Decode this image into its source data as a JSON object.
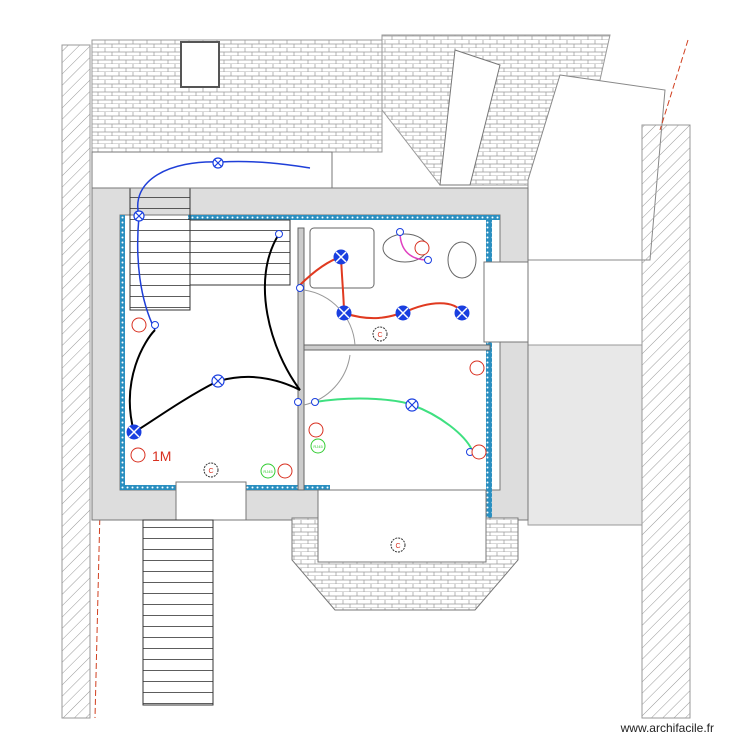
{
  "plan": {
    "room_label": "1M",
    "socket_label": "C",
    "network_label": "RJ45",
    "colors": {
      "wall": "#8a8a8a",
      "insulation": "#2a8fc0",
      "light": "#1a3fe0",
      "socket": "#d83020",
      "network": "#33cc33",
      "wire_blue": "#1f3fd8",
      "wire_black": "#000000",
      "wire_red": "#e03a20",
      "wire_green": "#3fe080",
      "wire_pink": "#e040c0"
    }
  },
  "footer": {
    "watermark": "www.archifacile.fr"
  }
}
